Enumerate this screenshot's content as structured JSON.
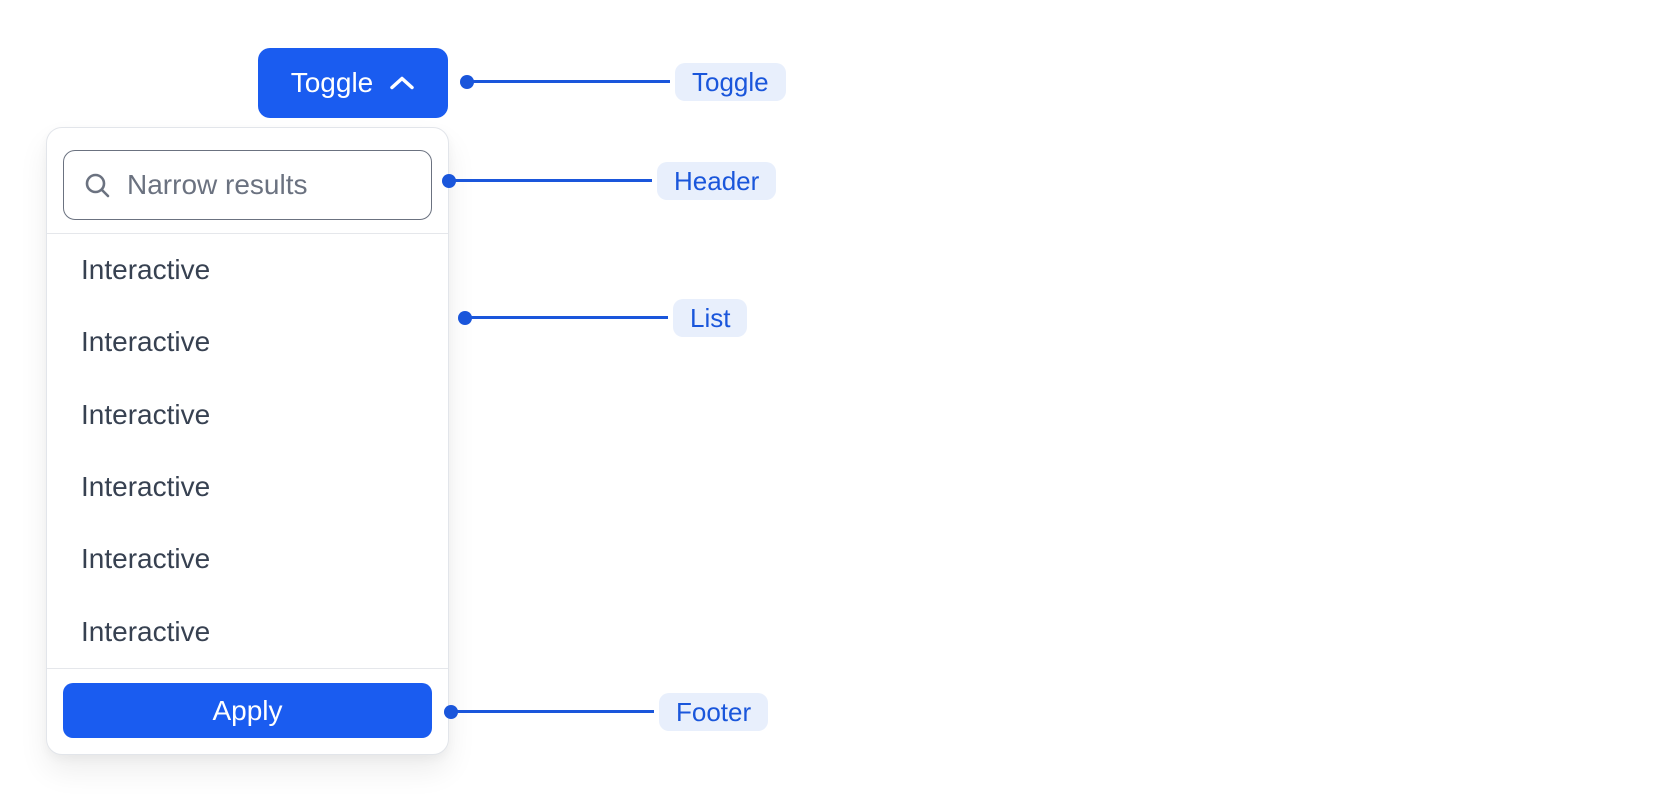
{
  "toggle_button": {
    "label": "Toggle",
    "icon": "chevron-up-icon"
  },
  "dropdown": {
    "search_placeholder": "Narrow results",
    "search_icon": "search-icon",
    "search_value": "",
    "items": [
      "Interactive",
      "Interactive",
      "Interactive",
      "Interactive",
      "Interactive",
      "Interactive"
    ],
    "apply_label": "Apply"
  },
  "annotations": {
    "toggle": "Toggle",
    "header": "Header",
    "list": "List",
    "footer": "Footer"
  },
  "colors": {
    "primary_button": "#1A5CF0",
    "annotation_accent": "#1A56DB",
    "annotation_chip_bg": "#E8EFFC",
    "list_text": "#374151",
    "placeholder_text": "#6B7280",
    "input_border": "#6B7280",
    "panel_border": "#E2E5EA",
    "divider": "#E5E7EB",
    "background": "#FFFFFF"
  }
}
